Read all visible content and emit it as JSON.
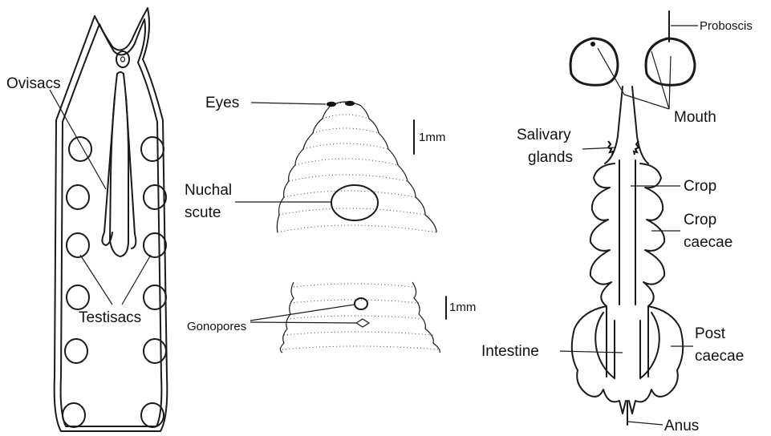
{
  "labels": {
    "ovisacs": "Ovisacs",
    "testisacs": "Testisacs",
    "eyes": "Eyes",
    "scale_top": "1mm",
    "nuchal_1": "Nuchal",
    "nuchal_2": "scute",
    "gonopores": "Gonopores",
    "scale_bottom": "1mm",
    "proboscis": "Proboscis",
    "mouth": "Mouth",
    "salivary_1": "Salivary",
    "salivary_2": "glands",
    "crop": "Crop",
    "crop_caecae_1": "Crop",
    "crop_caecae_2": "caecae",
    "post_caecae_1": "Post",
    "post_caecae_2": "caecae",
    "intestine": "Intestine",
    "anus": "Anus"
  }
}
